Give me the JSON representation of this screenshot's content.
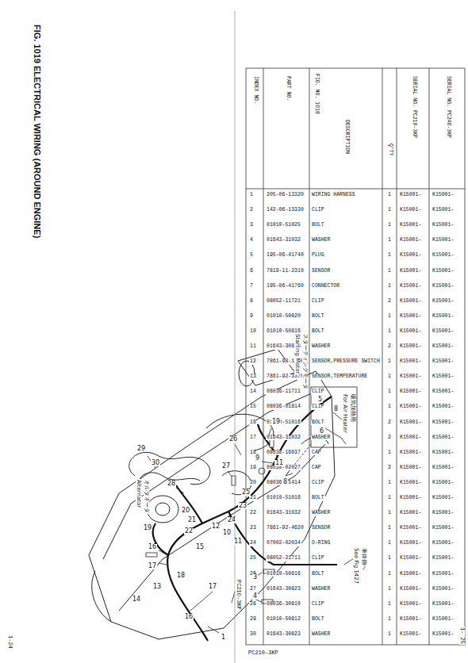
{
  "diagram": {
    "title": "FIG. 1019 ELECTRICAL WIRING (AROUND ENGINE)",
    "labels": [
      "FIG. NO. 1019",
      "INDEX NO.",
      "PART NO.",
      "DESCRIPTION",
      "Q'TY",
      "SERIAL NO. PC210-3KP",
      "SERIAL NO. PC240-3KP",
      "1",
      "205-06-13320",
      "WIRING HARNESS",
      "1",
      "K15001-",
      "K15001-",
      "2",
      "142-06-13330",
      "CLIP",
      "1",
      "K15001-",
      "K15001-",
      "3",
      "01010-51025",
      "BOLT",
      "1",
      "K15001-",
      "K15001-",
      "4",
      "01643-31032",
      "WASHER",
      "1",
      "K15001-",
      "K15001-",
      "5",
      "195-06-41740",
      "PLUG",
      "1",
      "K15001-",
      "K15001-",
      "6",
      "7819-11-2310",
      "SENSOR",
      "1",
      "K15001-",
      "K15001-",
      "7",
      "195-06-41760",
      "CONNECTOR",
      "1",
      "K15001-",
      "K15001-",
      "8",
      "08052-11721",
      "CLIP",
      "2",
      "K15001-",
      "K15001-",
      "9",
      "01010-50820",
      "BOLT",
      "1",
      "K15001-",
      "K15001-",
      "10",
      "01010-50816",
      "BOLT",
      "1",
      "K15001-",
      "K15001-",
      "11",
      "01643-30823",
      "WASHER",
      "2",
      "K15001-",
      "K15001-",
      "12",
      "7861-98-1300",
      "SENSOR,PRESSURE SWITCH",
      "1",
      "K15001-",
      "K15001-",
      "13",
      "7861-92-3370",
      "SENSOR,TEMPERATURE",
      "1",
      "K15001-",
      "K15001-",
      "14",
      "08036-11711",
      "CLIP",
      "1",
      "K15001-",
      "K15001-",
      "15",
      "08036-01814",
      "CLIP",
      "1",
      "K15001-",
      "K15001-",
      "16",
      "01010-51016",
      "BOLT",
      "2",
      "K15001-",
      "K15001-",
      "17",
      "01643-31032",
      "WASHER",
      "2",
      "K15001-",
      "K15001-",
      "18",
      "08038-16037",
      "CAP",
      "1",
      "K15001-",
      "K15001-",
      "19",
      "08038-02027",
      "CAP",
      "2",
      "K15001-",
      "K15001-",
      "20",
      "08036-01414",
      "CLIP",
      "1",
      "K15001-",
      "K15001-",
      "21",
      "01010-51016",
      "BOLT",
      "1",
      "K15001-",
      "K15001-",
      "22",
      "01643-31032",
      "WASHER",
      "1",
      "K15001-",
      "K15001-",
      "23",
      "7861-92-4620",
      "SENSOR",
      "1",
      "K15001-",
      "K15001-",
      "24",
      "07002-02034",
      "O-RING",
      "1",
      "K15001-",
      "K15001-",
      "25",
      "08052-21711",
      "CLIP",
      "1",
      "K15001-",
      "K15001-",
      "26",
      "01010-50816",
      "BOLT",
      "1",
      "K15001-",
      "K15001-",
      "27",
      "01643-30823",
      "WASHER",
      "1",
      "K15001-",
      "K15001-",
      "28",
      "08036-30810",
      "CLIP",
      "1",
      "K15001-",
      "K15001-",
      "29",
      "01010-50812",
      "BOLT",
      "1",
      "K15001-",
      "K15001-",
      "30",
      "01643-30823",
      "WASHER",
      "1",
      "K15001-",
      "K15001-",
      "29",
      "30",
      "28",
      "27",
      "26",
      "19",
      "9",
      "11",
      "8",
      "25",
      "23",
      "24",
      "10",
      "12",
      "11",
      "7",
      "19",
      "20",
      "21",
      "22",
      "16",
      "17",
      "15",
      "18",
      "13",
      "14",
      "17",
      "16",
      "2",
      "3",
      "4",
      "1",
      "5",
      "8",
      "6",
      "オルタネータ",
      "Alternator",
      "スターティングモータ",
      "Starting Motor",
      "吸気加熱用",
      "For Air Heater",
      "車体側へ",
      "See Fig 1427",
      "1-24",
      "PC210-3KP",
      "PC210-3KP",
      "1- 25"
    ]
  }
}
